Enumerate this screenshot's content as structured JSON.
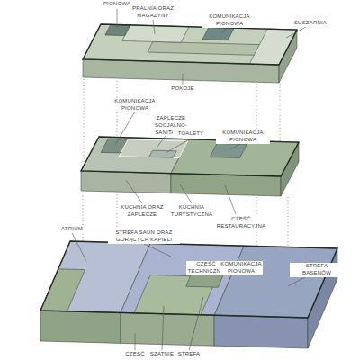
{
  "diagram": {
    "labels": [
      "PIONOWA",
      "PRALNIA ORAZ MAGAZYNY",
      "KOMUNIKACJA PIONOWA",
      "SUSZARNIA",
      "POKOJE",
      "KOMUNIKACJA PIONOWA",
      "ZAPLECZE SOCJALNO-SANITARNE",
      "TOALETY",
      "KOMUNIKACJA PIONOWA",
      "KUCHNIA ORAZ ZAPLECZE",
      "KUCHNIA TURYSTYCZNA",
      "CZĘŚĆ RESTAURACYJNA",
      "ATRIUM",
      "STREFA SAUN ORAZ GORĄCYCH KĄPIELI",
      "CZĘŚĆ TECHNICZNA",
      "KOMUNIKACJA PIONOWA",
      "STREFA BASENÓW",
      "CZĘŚĆ",
      "SZATNIE",
      "STREFA"
    ]
  }
}
